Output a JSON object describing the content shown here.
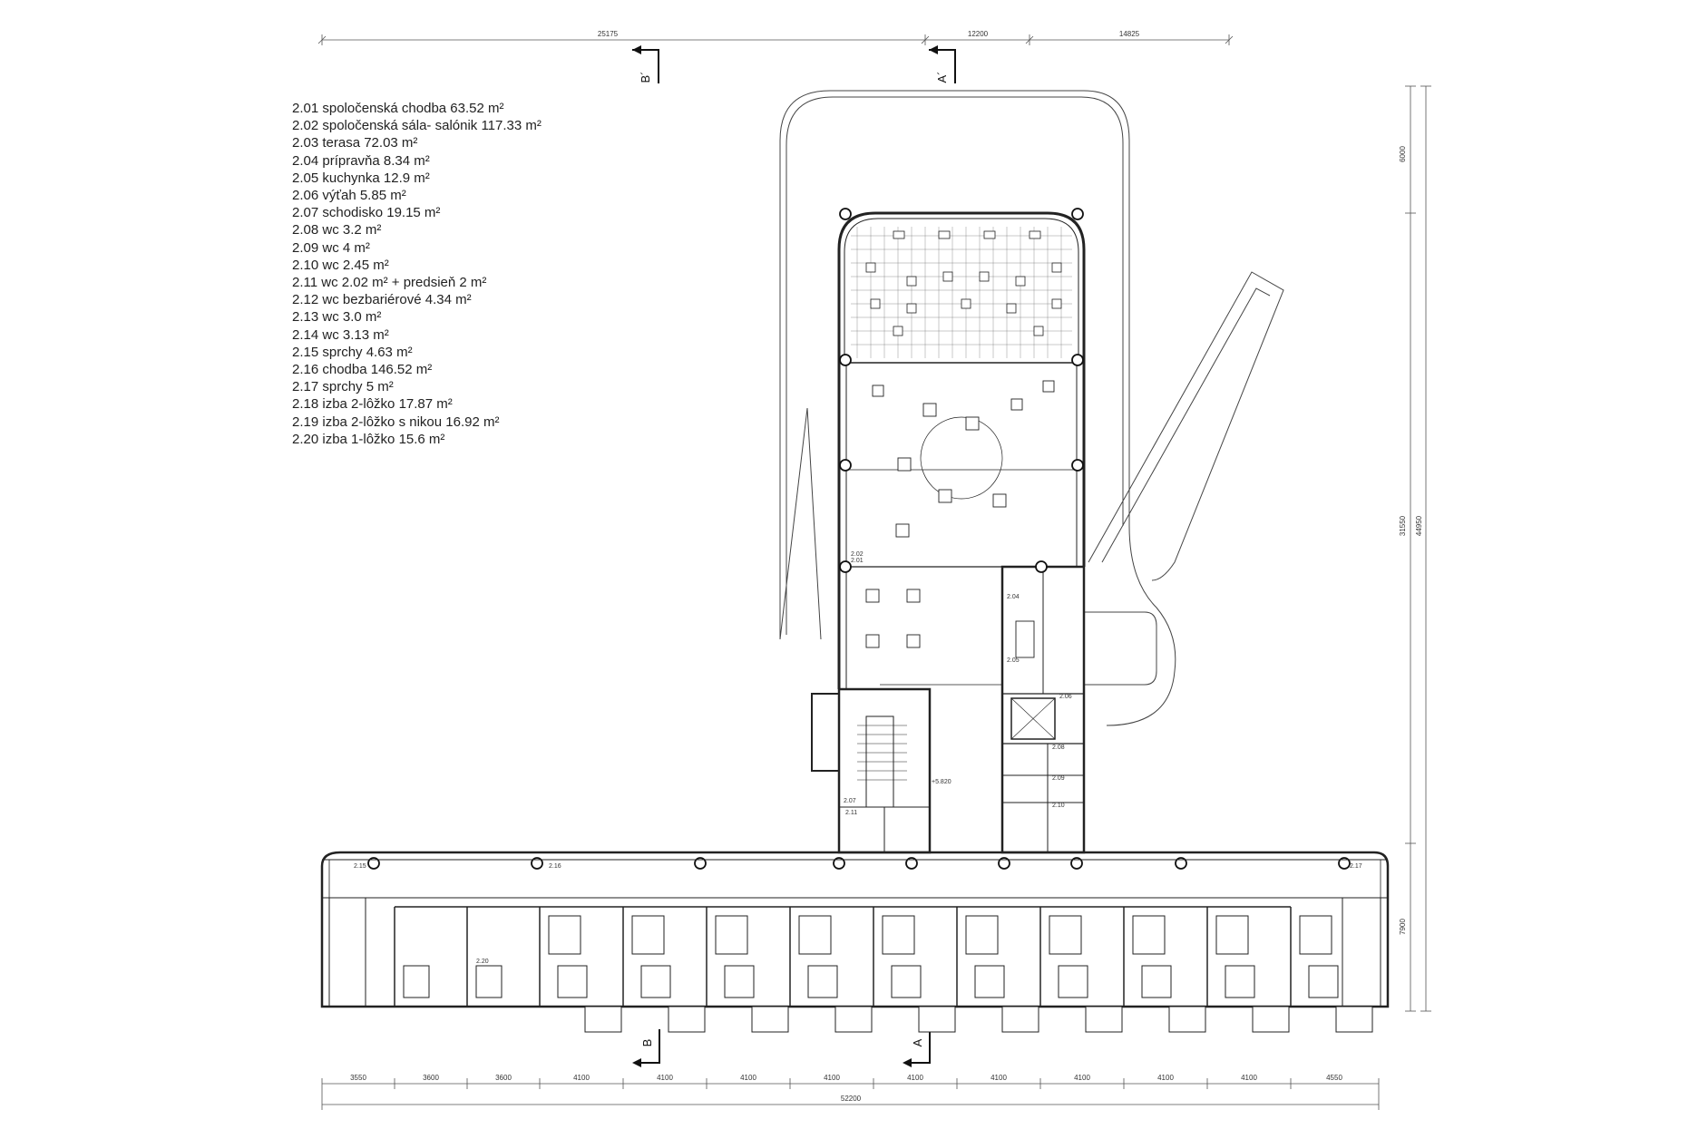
{
  "legend": [
    "2.01 spoločenská chodba 63.52 m²",
    "2.02 spoločenská sála- salónik 117.33 m²",
    "2.03 terasa 72.03 m²",
    "2.04 prípravňa 8.34 m²",
    "2.05 kuchynka 12.9 m²",
    "2.06 výťah 5.85 m²",
    "2.07 schodisko 19.15 m²",
    "2.08 wc 3.2 m²",
    "2.09 wc 4 m²",
    "2.10 wc 2.45 m²",
    "2.11 wc 2.02 m² + predsieň 2 m²",
    "2.12 wc bezbariérové 4.34 m²",
    "2.13 wc 3.0 m²",
    "2.14 wc 3.13 m²",
    "2.15 sprchy 4.63 m²",
    "2.16 chodba 146.52 m²",
    "2.17 sprchy 5 m²",
    "2.18 izba 2-lôžko 17.87 m²",
    "2.19 izba 2-lôžko s nikou 16.92 m²",
    "2.20 izba 1-lôžko 15.6 m²"
  ],
  "dimensions": {
    "top": [
      "25175",
      "12200",
      "14825"
    ],
    "right": [
      "6000",
      "31550",
      "44950",
      "7900"
    ],
    "bottom": [
      "3550",
      "3600",
      "3600",
      "4100",
      "4100",
      "4100",
      "4100",
      "4100",
      "4100",
      "4100",
      "4100",
      "4100",
      "4550"
    ],
    "bottom_total": "52200"
  },
  "sections": {
    "b_top": "B´",
    "a_top": "A´",
    "b_bottom": "B",
    "a_bottom": "A"
  },
  "room_labels": {
    "r202": "2.02",
    "r201": "2.01",
    "r204": "2.04",
    "r205": "2.05",
    "r206": "2.06",
    "r207": "2.07",
    "r208": "2.08",
    "r209": "2.09",
    "r210": "2.10",
    "r211": "2.11",
    "r215": "2.15",
    "r216": "2.16",
    "r217": "2.17",
    "r220": "2.20",
    "level": "+5.820"
  }
}
